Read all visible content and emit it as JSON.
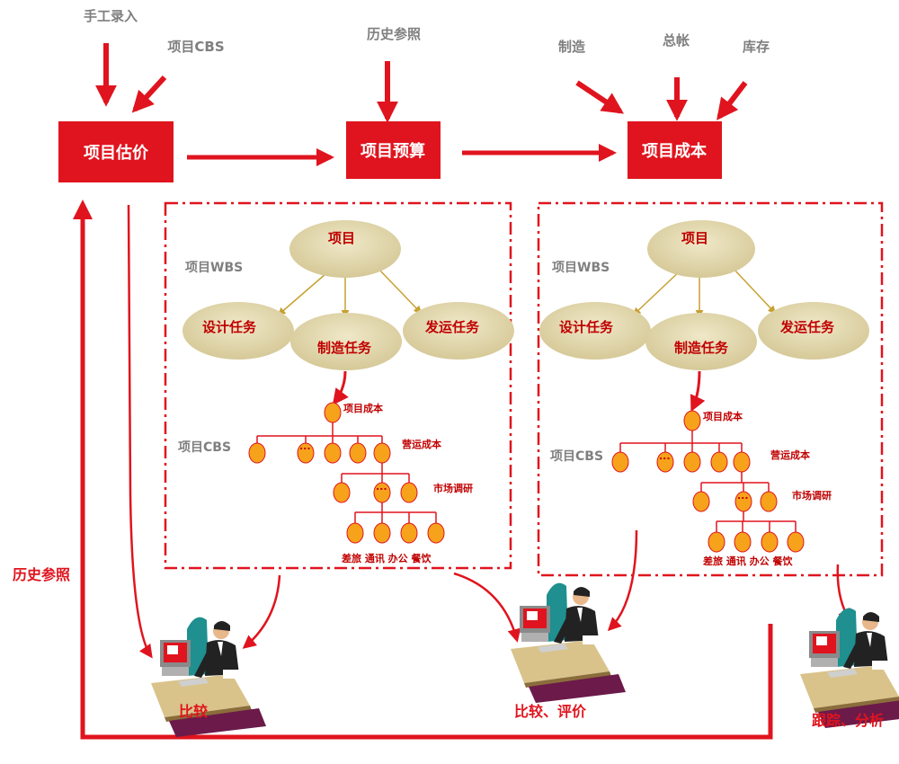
{
  "inputs": {
    "manual_entry": "手工录入",
    "project_cbs": "项目CBS",
    "history_ref": "历史参照",
    "manufacturing": "制造",
    "general_ledger": "总帐",
    "inventory": "库存"
  },
  "boxes": {
    "estimate": "项目估价",
    "budget": "项目预算",
    "cost": "项目成本"
  },
  "panels": [
    {
      "wbs_label": "项目WBS",
      "root": "项目",
      "tasks": [
        "设计任务",
        "制造任务",
        "发运任务"
      ],
      "cbs_label": "项目CBS",
      "cbs_root": "项目成本",
      "operating_cost": "营运成本",
      "market_research": "市场调研",
      "leaf_labels": "差旅 通讯 办公 餐饮",
      "ellipsis": "..."
    },
    {
      "wbs_label": "项目WBS",
      "root": "项目",
      "tasks": [
        "设计任务",
        "制造任务",
        "发运任务"
      ],
      "cbs_label": "项目CBS",
      "cbs_root": "项目成本",
      "operating_cost": "营运成本",
      "market_research": "市场调研",
      "leaf_labels": "差旅 通讯 办公 餐饮",
      "ellipsis": "..."
    }
  ],
  "outputs": {
    "compare": "比较",
    "compare_evaluate": "比较、评价",
    "track_analyze": "跟踪、分析",
    "history_ref_side": "历史参照"
  },
  "colors": {
    "accent_red": "#e0141e",
    "ellipse_fill": "#e3d9b0",
    "node_fill": "#f7a21b"
  }
}
